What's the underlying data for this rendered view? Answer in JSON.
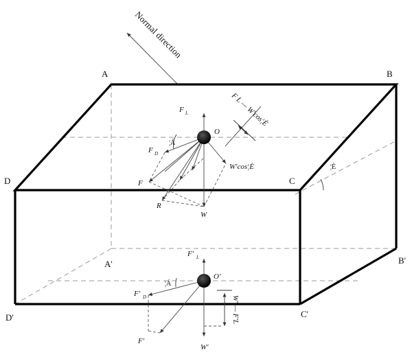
{
  "diagram": {
    "normal_label": "Normal direction",
    "vertices": {
      "A": "A",
      "B": "B",
      "C": "C",
      "D": "D",
      "A1": "A'",
      "B1": "B'",
      "C1": "C'",
      "D1": "D'"
    },
    "top_particle": {
      "center": "O",
      "lift": "F",
      "lift_sub": "L",
      "drag": "F",
      "drag_sub": "D",
      "angle": "¦Á",
      "resultant_f": "F",
      "resultant_r": "R",
      "weight": "W",
      "weight_cos": "W'cos¦È",
      "diff_label": "F L — W'cos¦È"
    },
    "incline_angle": "¦È",
    "bottom_particle": {
      "center": "O'",
      "lift": "F'",
      "lift_sub": "L",
      "drag": "F'",
      "drag_sub": "D",
      "angle": "¦Á",
      "resultant_f": "F'",
      "weight": "W'",
      "diff_label": "W' — F'L"
    }
  },
  "colors": {
    "edges": "#000000",
    "hidden_edges": "#9a9a9a",
    "particle": "#111111"
  }
}
